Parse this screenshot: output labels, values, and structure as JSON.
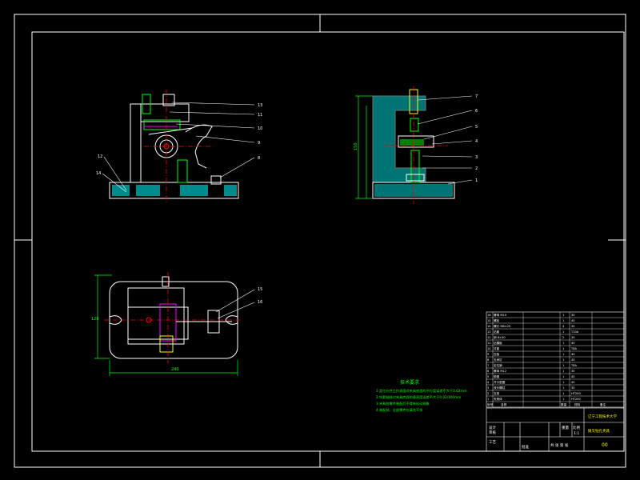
{
  "title_block": {
    "school": "辽宁工程技术大学",
    "drawing_name": "拨叉钻孔夹具",
    "drawing_no": "00"
  },
  "tech_requirements": {
    "heading": "技术要求",
    "lines": [
      "1.定位元件工作表面对夹具底面的平行度误差不大于0.02mm",
      "2.钻套轴线对夹具底面的垂直度误差不大于0.02/100mm",
      "3.夹具各零件装配后不得有松动现象",
      "4.装配前，全部零件应清洗干净"
    ]
  },
  "dimensions": {
    "plan_width": "240",
    "plan_height": "120",
    "side_height": "150"
  },
  "balloons_front": [
    "13",
    "11",
    "10",
    "9",
    "8",
    "12",
    "14"
  ],
  "balloons_side": [
    "1",
    "2",
    "3",
    "4",
    "5",
    "6",
    "7"
  ],
  "balloons_plan": [
    "15",
    "16"
  ],
  "parts_list": [
    {
      "no": "16",
      "name": "螺母 M10",
      "qty": "1",
      "material": "35"
    },
    {
      "no": "15",
      "name": "螺栓",
      "qty": "1",
      "material": "45"
    },
    {
      "no": "14",
      "name": "螺钉 M8×25",
      "qty": "4",
      "material": "35"
    },
    {
      "no": "13",
      "name": "钻套",
      "qty": "1",
      "material": "T10A"
    },
    {
      "no": "12",
      "name": "销 8×30",
      "qty": "2",
      "material": "35"
    },
    {
      "no": "11",
      "name": "钻模板",
      "qty": "1",
      "material": "45"
    },
    {
      "no": "10",
      "name": "衬套",
      "qty": "1",
      "material": "T8A"
    },
    {
      "no": "9",
      "name": "压板",
      "qty": "1",
      "material": "45"
    },
    {
      "no": "8",
      "name": "支承钉",
      "qty": "1",
      "material": "45"
    },
    {
      "no": "7",
      "name": "定位销",
      "qty": "1",
      "material": "T8A"
    },
    {
      "no": "6",
      "name": "螺母 M12",
      "qty": "1",
      "material": "35"
    },
    {
      "no": "5",
      "name": "垫圈",
      "qty": "1",
      "material": "45"
    },
    {
      "no": "4",
      "name": "开口垫圈",
      "qty": "1",
      "material": "45"
    },
    {
      "no": "3",
      "name": "双头螺柱",
      "qty": "1",
      "material": "35"
    },
    {
      "no": "2",
      "name": "支架",
      "qty": "1",
      "material": "HT200"
    },
    {
      "no": "1",
      "name": "夹具体",
      "qty": "1",
      "material": "HT200"
    }
  ],
  "parts_header": {
    "no": "序号",
    "name": "名称",
    "qty": "数量",
    "material": "材料",
    "note": "备注"
  },
  "title_cells": {
    "weight": "重量",
    "scale": "比例",
    "scale_val": "1:1",
    "sheet": "共 张 第 张",
    "designer": "设计",
    "checker": "审核",
    "process": "工艺",
    "approve": "批准"
  },
  "colors": {
    "frame": "#ffffff",
    "outline": "#ffffff",
    "part": "#00ff00",
    "hatch": "#00ffff",
    "center": "#ff0000",
    "highlight": "#ff00ff",
    "yellow": "#ffff00",
    "dimension": "#00ff00"
  }
}
